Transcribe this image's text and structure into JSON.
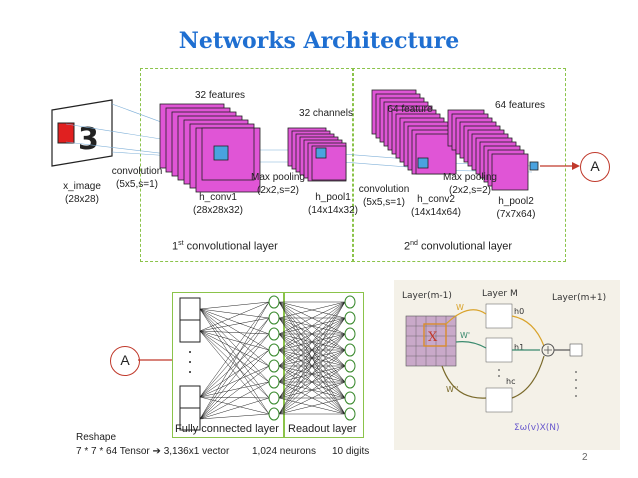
{
  "slide": {
    "title": "Networks Architecture",
    "page_number": "2"
  },
  "cnn": {
    "input_label": "x_image",
    "input_size": "(28x28)",
    "conv1_label": "convolution",
    "conv1_params": "(5x5,s=1)",
    "features_32": "32 features",
    "h_conv1": "h_conv1",
    "h_conv1_size": "(28x28x32)",
    "pool1_label": "Max pooling",
    "pool1_params": "(2x2,s=2)",
    "channels_32": "32 channels",
    "h_pool1": "h_pool1",
    "h_pool1_size": "(14x14x32)",
    "features_64a": "64 feature",
    "conv2_label": "convolution",
    "conv2_params": "(5x5,s=1)",
    "h_conv2": "h_conv2",
    "h_conv2_size": "(14x14x64)",
    "pool2_label": "Max pooling",
    "pool2_params": "(2x2,s=2)",
    "features_64b": "64 features",
    "h_pool2": "h_pool2",
    "h_pool2_size": "(7x7x64)",
    "connector": "A",
    "layer1_prefix": "1",
    "layer1_sup": "st",
    "layer1_suffix": " convolutional layer",
    "layer2_prefix": "2",
    "layer2_sup": "nd",
    "layer2_suffix": " convolutional layer"
  },
  "fc": {
    "connector": "A",
    "fc_layer_label": "Fully connected layer",
    "readout_label": "Readout layer",
    "reshape_title": "Reshape",
    "reshape_detail_a": "7 * 7 * 64 Tensor ",
    "reshape_arrow": "➔",
    "reshape_detail_b": " 3,136x1 vector",
    "neurons": "1,024 neurons",
    "digits": "10 digits"
  },
  "sketch": {
    "layer_prev": "Layer(m-1)",
    "layer_m": "Layer M",
    "layer_next": "Layer(m+1)",
    "w1": "W",
    "w2": "W'",
    "w3": "W''",
    "x": "X",
    "h0": "h0",
    "h1": "h1",
    "hc": "hc",
    "formula": "Σω(v)X(N)"
  },
  "colors": {
    "title": "#1f6fd1",
    "feature_map": "#e055d6",
    "feature_map_stroke": "#222222",
    "kernel": "#4aa3df",
    "input_red": "#e02020",
    "connector": "#c0392b",
    "box_border": "#8bc34a",
    "sketch_bg": "#f4f1e8",
    "sketch_grid_bg": "#c9a9c9"
  }
}
